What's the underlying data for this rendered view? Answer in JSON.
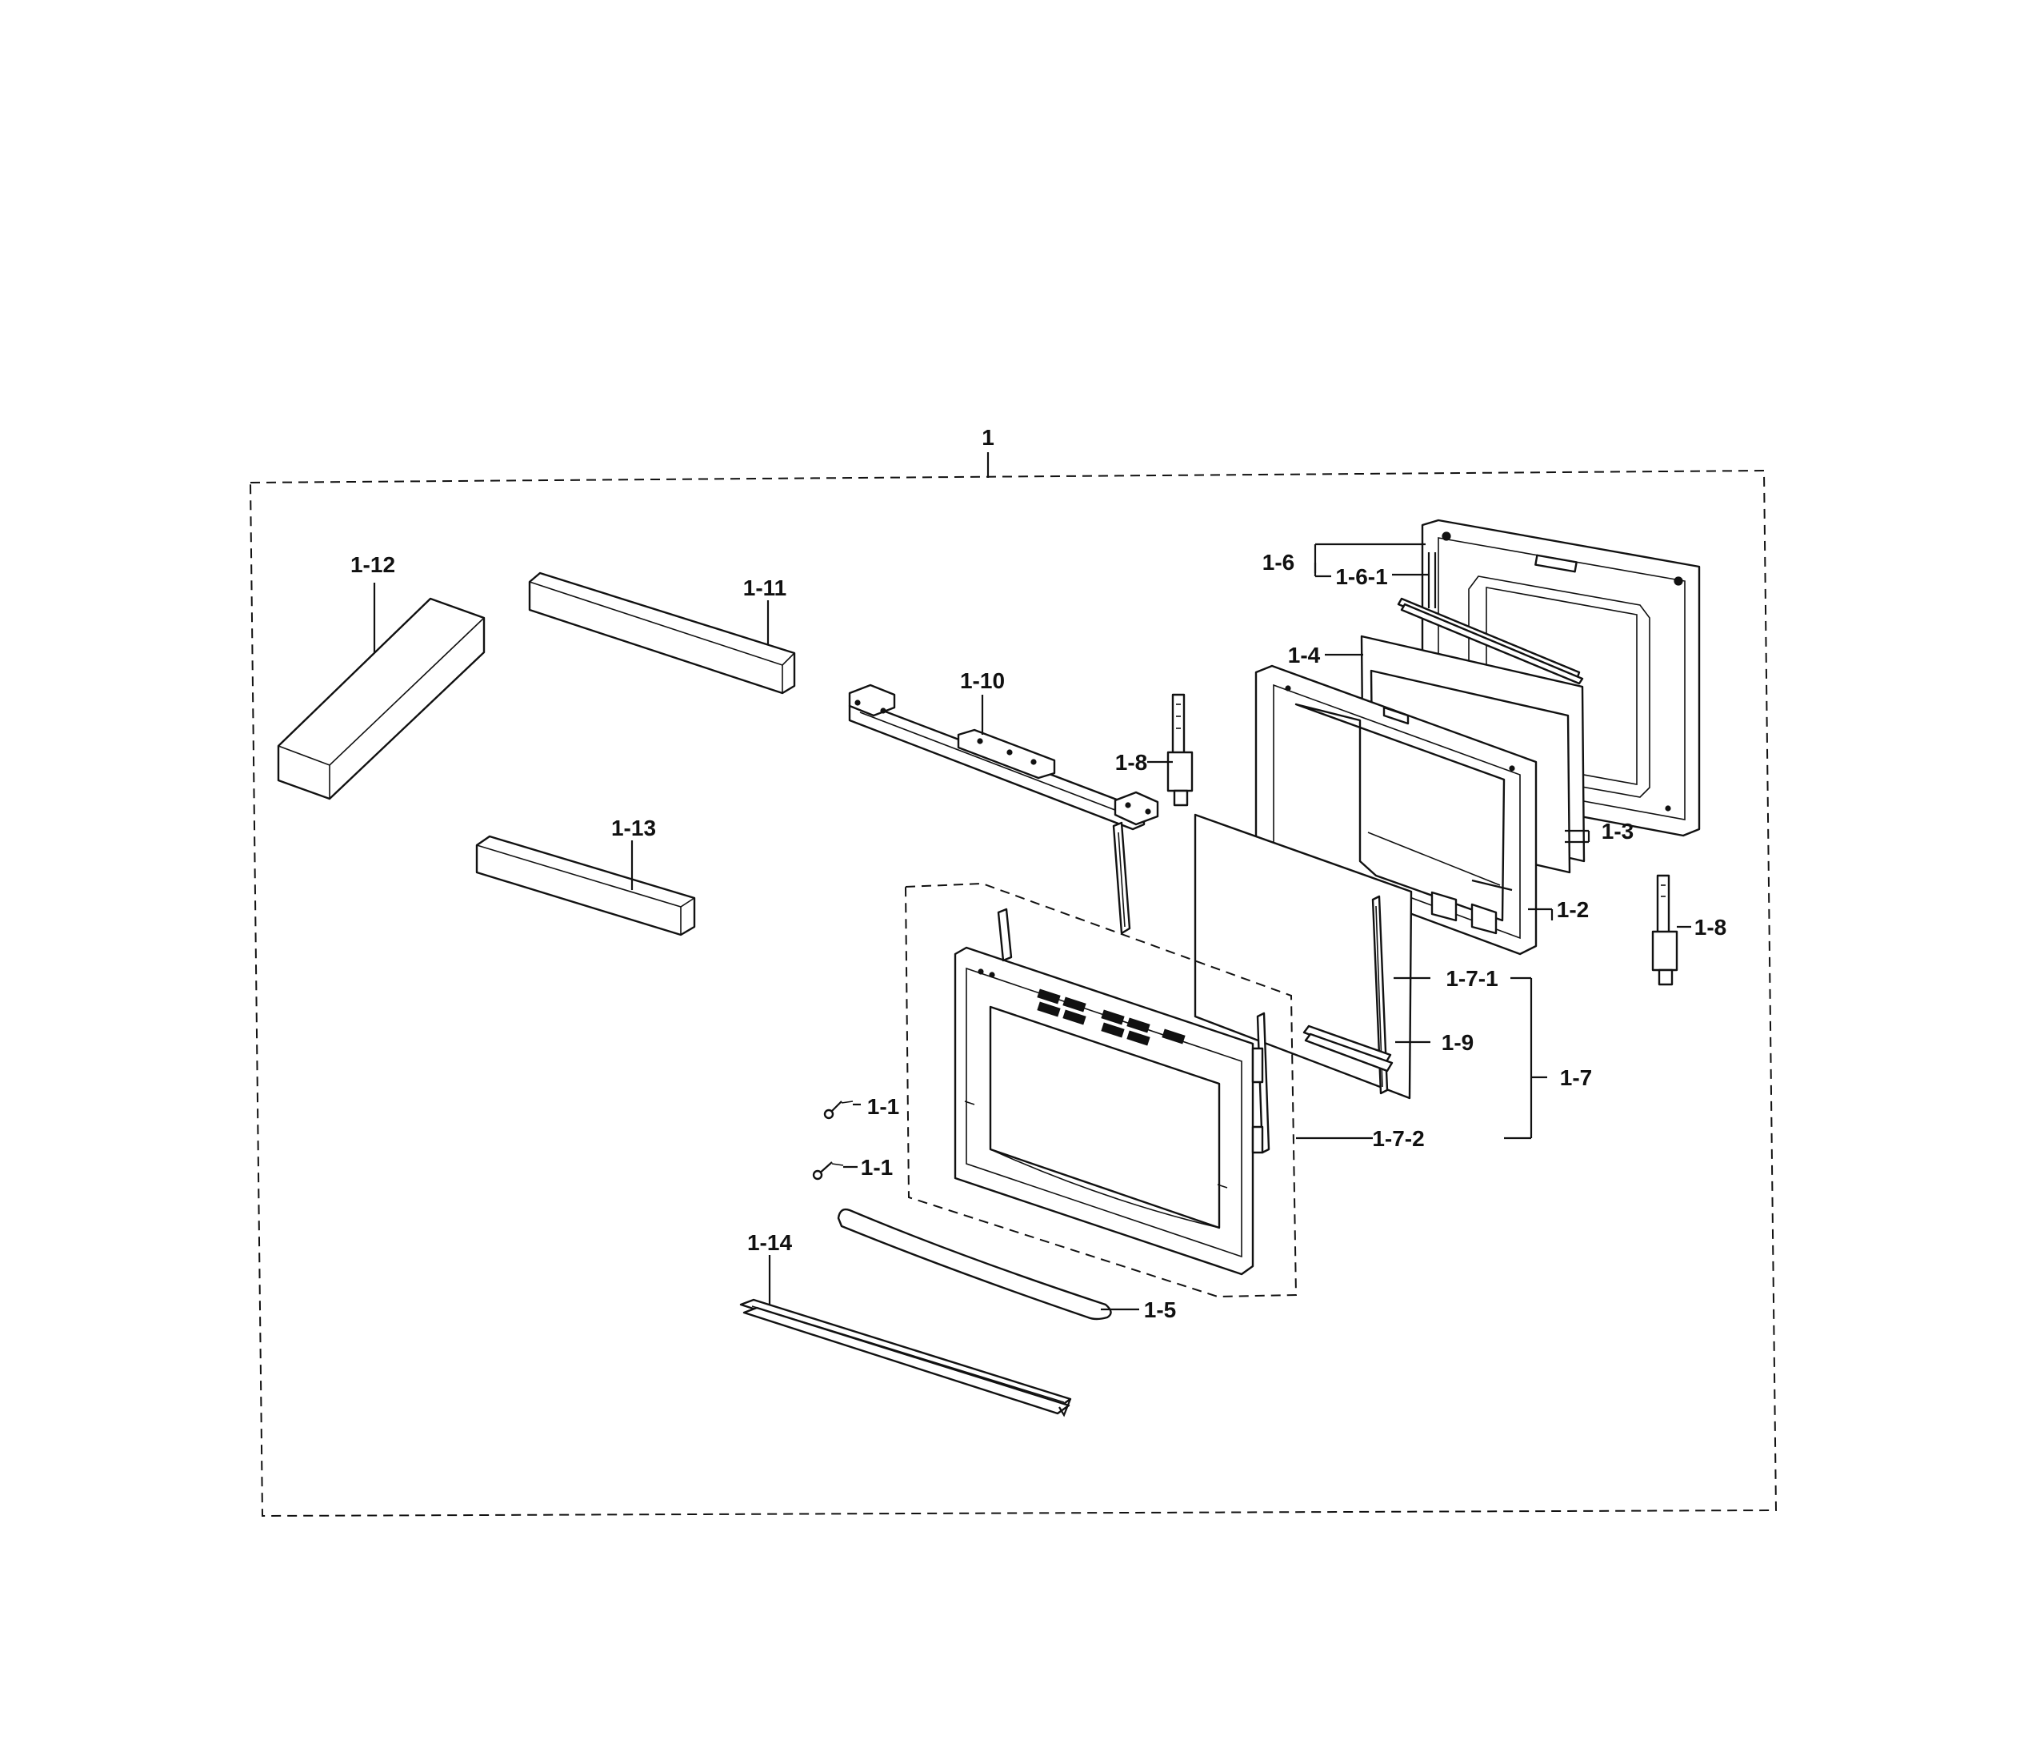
{
  "diagram": {
    "assembly_label": "1",
    "callouts": {
      "c1_1a": "1-1",
      "c1_1b": "1-1",
      "c1_2": "1-2",
      "c1_3": "1-3",
      "c1_4": "1-4",
      "c1_5": "1-5",
      "c1_6": "1-6",
      "c1_6_1": "1-6-1",
      "c1_7": "1-7",
      "c1_7_1": "1-7-1",
      "c1_7_2": "1-7-2",
      "c1_8a": "1-8",
      "c1_8b": "1-8",
      "c1_9": "1-9",
      "c1_10": "1-10",
      "c1_11": "1-11",
      "c1_12": "1-12",
      "c1_13": "1-13",
      "c1_14": "1-14"
    }
  }
}
